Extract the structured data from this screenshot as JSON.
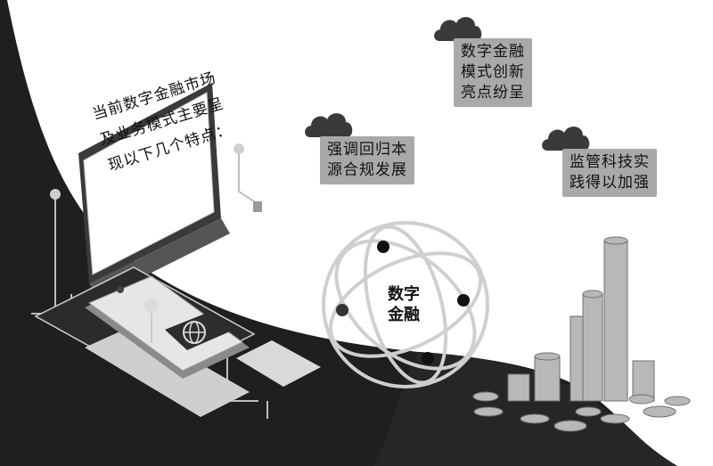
{
  "screen": {
    "lines": [
      "当前数字金融市场",
      "及业务模式主要呈",
      "现以下几个特点："
    ]
  },
  "center": {
    "lines": [
      "数字",
      "金融"
    ]
  },
  "callouts": [
    {
      "lines": [
        "数字金融",
        "模式创新",
        "亮点纷呈"
      ]
    },
    {
      "lines": [
        "强调回归本",
        "源合规发展"
      ]
    },
    {
      "lines": [
        "监管科技实",
        "践得以加强"
      ]
    }
  ],
  "icons": [
    "cloud-icon",
    "globe-icon",
    "phone-icon",
    "monitor-icon",
    "coin-stack-icon"
  ],
  "colors": {
    "dark": "#1f1f1f",
    "callout_bg": "#a9a9a9",
    "coin": "#b8b8b8"
  }
}
